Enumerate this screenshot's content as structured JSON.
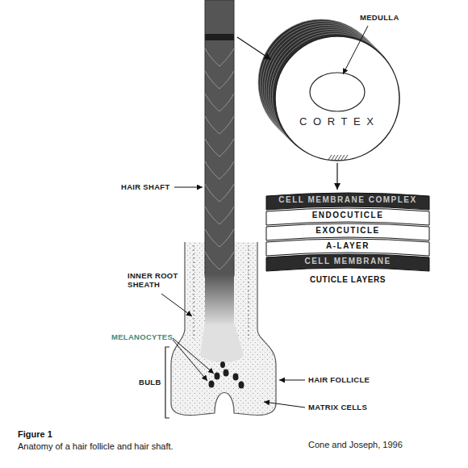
{
  "diagram": {
    "title": "Figure 1",
    "caption": "Anatomy of a hair follicle and hair shaft.",
    "nodes": [
      {
        "text": [
          "C O R T E X"
        ]
      },
      {
        "text": [
          "CUTICLE LAYERS"
        ]
      },
      {
        "text": [
          "CELL MEMBRANE COMPLEX"
        ],
        "in": 1
      },
      {
        "text": [
          "ENDOCUTICLE"
        ],
        "in": 1
      },
      {
        "text": [
          "EXOCUTICLE"
        ],
        "in": 1
      },
      {
        "text": [
          "A-LAYER"
        ],
        "in": 1
      },
      {
        "text": [
          "CELL MEMBRANE"
        ],
        "in": 1
      }
    ],
    "edges": [
      {
        "from": 0,
        "to": 1,
        "arrow": "to"
      }
    ],
    "labels": [
      "MEDULLA",
      "HAIR SHAFT",
      "INNER ROOT SHEATH",
      "MELANOCYTES",
      "BULB",
      "HAIR FOLLICLE",
      "MATRIX CELLS",
      "Cone and Joseph, 1996"
    ]
  }
}
